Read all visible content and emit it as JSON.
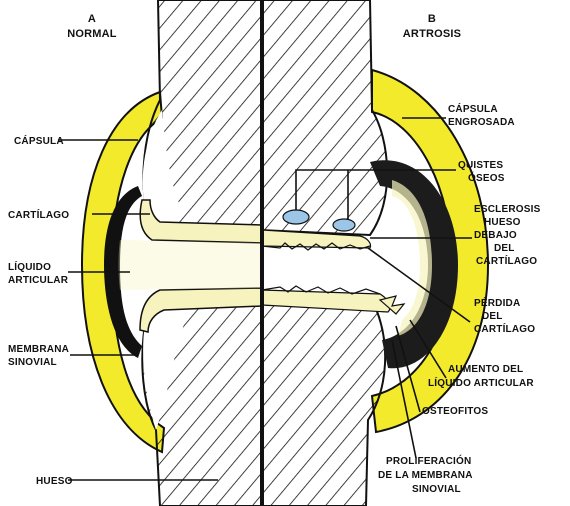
{
  "colors": {
    "background": "#ffffff",
    "bone_fill": "#ffffff",
    "outline": "#111111",
    "capsule_yellow": "#f2ea2a",
    "cartilage_cream": "#f7f3be",
    "cyst_blue": "#9cc6e8",
    "sclerosis_dark": "#1c1c1c"
  },
  "headers": {
    "left_letter": "A",
    "left_title": "NORMAL",
    "right_letter": "B",
    "right_title": "ARTROSIS"
  },
  "labels_left": {
    "capsula": "CÁPSULA",
    "cartilago": "CARTÍLAGO",
    "liquido_1": "LÍQUIDO",
    "liquido_2": "ARTICULAR",
    "membrana_1": "MEMBRANA",
    "membrana_2": "SINOVIAL",
    "hueso": "HUESO"
  },
  "labels_right": {
    "capsula_1": "CÁPSULA",
    "capsula_2": "ENGROSADA",
    "quistes_1": "QUISTES",
    "quistes_2": "ÓSEOS",
    "esclerosis_1": "ESCLEROSIS",
    "esclerosis_2": "HUESO",
    "esclerosis_3": "DEBAJO",
    "esclerosis_4": "DEL",
    "esclerosis_5": "CARTÍLAGO",
    "perdida_1": "PÉRDIDA",
    "perdida_2": "DEL",
    "perdida_3": "CARTÍLAGO",
    "aumento_1": "AUMENTO DEL",
    "aumento_2": "LÍQUIDO ARTICULAR",
    "osteofitos": "OSTEOFITOS",
    "proliferacion_1": "PROLIFERACIÓN",
    "proliferacion_2": "DE LA MEMBRANA",
    "proliferacion_3": "SINOVIAL"
  }
}
